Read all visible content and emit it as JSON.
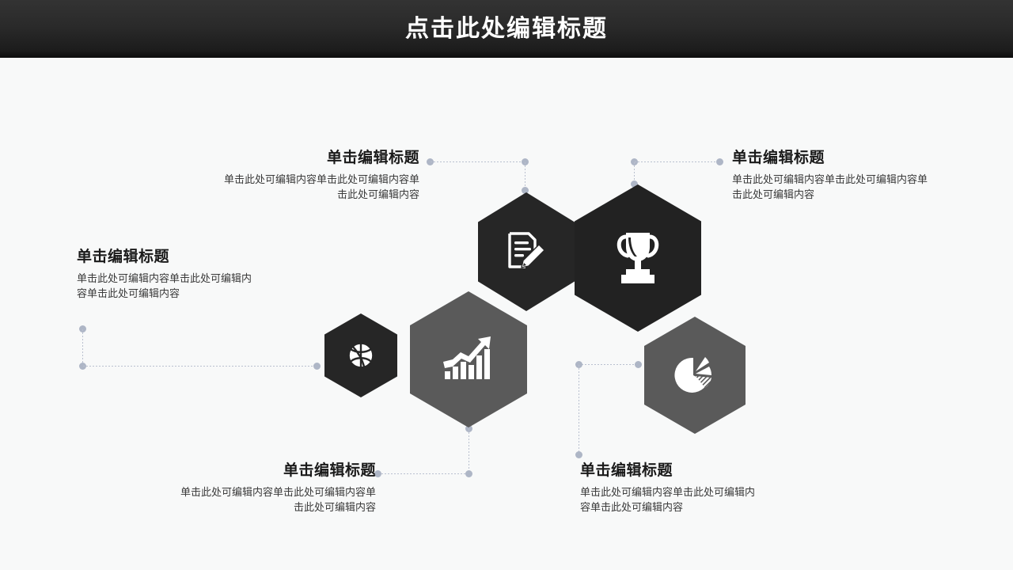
{
  "slide": {
    "title": "点击此处编辑标题",
    "background_color": "#f8f9f9",
    "title_bar_color": "#1c1c1c",
    "accent_dark": "#262626",
    "accent_gray": "#555555",
    "connector_color": "#b9c0cf"
  },
  "hexagons": [
    {
      "id": "hex-ball",
      "icon": "basketball-icon",
      "fill": "#262626"
    },
    {
      "id": "hex-growth",
      "icon": "growth-chart-icon",
      "fill": "#5a5a5a"
    },
    {
      "id": "hex-document",
      "icon": "document-pencil-icon",
      "fill": "#262626"
    },
    {
      "id": "hex-trophy",
      "icon": "trophy-icon",
      "fill": "#222222"
    },
    {
      "id": "hex-pie",
      "icon": "pie-chart-icon",
      "fill": "#5a5a5a"
    }
  ],
  "items": [
    {
      "id": "item-top-left",
      "heading": "单击编辑标题",
      "body": "单击此处可编辑内容单击此处可编辑内容单击此处可编辑内容"
    },
    {
      "id": "item-top-right",
      "heading": "单击编辑标题",
      "body": "单击此处可编辑内容单击此处可编辑内容单击此处可编辑内容"
    },
    {
      "id": "item-left",
      "heading": "单击编辑标题",
      "body": "单击此处可编辑内容单击此处可编辑内容单击此处可编辑内容"
    },
    {
      "id": "item-bottom-left",
      "heading": "单击编辑标题",
      "body": "单击此处可编辑内容单击此处可编辑内容单击此处可编辑内容"
    },
    {
      "id": "item-bottom-right",
      "heading": "单击编辑标题",
      "body": "单击此处可编辑内容单击此处可编辑内容单击此处可编辑内容"
    }
  ]
}
